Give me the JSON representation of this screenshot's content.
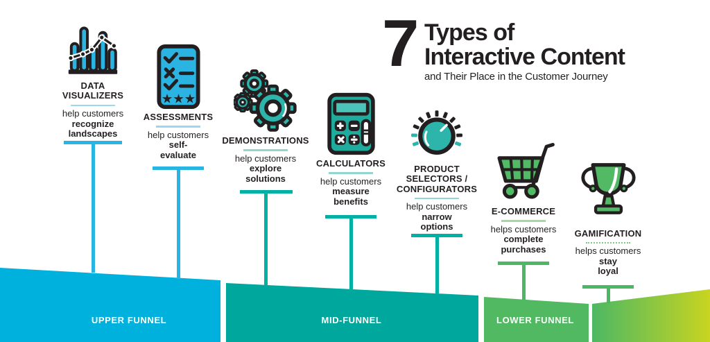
{
  "title": {
    "number": "7",
    "heading": "Types of\nInteractive Content",
    "subtitle": "and Their Place in the Customer Journey"
  },
  "items": [
    {
      "name": "DATA\nVISUALIZERS",
      "icon": "bar-chart-icon",
      "desc_intro": "help customers",
      "desc_bold": "recognize\nlandscapes"
    },
    {
      "name": "ASSESSMENTS",
      "icon": "checklist-icon",
      "desc_intro": "help customers",
      "desc_bold": "self-\nevaluate"
    },
    {
      "name": "DEMONSTRATIONS",
      "icon": "gears-icon",
      "desc_intro": "help customers",
      "desc_bold": "explore\nsolutions"
    },
    {
      "name": "CALCULATORS",
      "icon": "calculator-icon",
      "desc_intro": "help customers",
      "desc_bold": "measure\nbenefits"
    },
    {
      "name": "PRODUCT\nSELECTORS /\nCONFIGURATORS",
      "icon": "dial-icon",
      "desc_intro": "help customers",
      "desc_bold": "narrow\noptions"
    },
    {
      "name": "E-COMMERCE",
      "icon": "shopping-cart-icon",
      "desc_intro": "helps customers",
      "desc_bold": "complete\npurchases"
    },
    {
      "name": "GAMIFICATION",
      "icon": "trophy-icon",
      "desc_intro": "helps customers",
      "desc_bold": "stay\nloyal"
    }
  ],
  "funnel": {
    "sections": [
      {
        "label": "UPPER FUNNEL",
        "color": "#00b1dd"
      },
      {
        "label": "MID-FUNNEL",
        "color": "#00a79c"
      },
      {
        "label": "LOWER FUNNEL",
        "color": "#52b963"
      },
      {
        "label": "",
        "color": "gradient-green-to-yellow"
      }
    ]
  },
  "colors": {
    "upper_funnel": "#00b1dd",
    "mid_funnel": "#00a79c",
    "lower_funnel": "#52b963",
    "gradient_end": "#c8d420",
    "icon_cyan": "#2bb3e2",
    "icon_teal": "#2eb5ab",
    "icon_green": "#52ba64",
    "outline_black": "#231f20",
    "funnel_label_white": "#ffffff"
  }
}
